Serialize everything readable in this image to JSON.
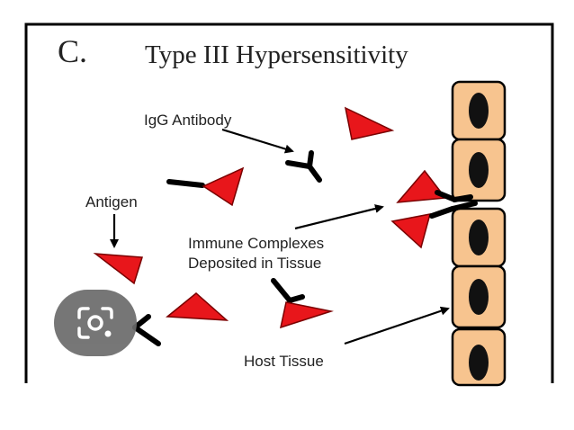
{
  "figure": {
    "panel_letter": "C.",
    "title": "Type III Hypersensitivity"
  },
  "labels": {
    "igg": "IgG Antibody",
    "antigen": "Antigen",
    "complexes_line1": "Immune Complexes",
    "complexes_line2": "Deposited in Tissue",
    "host": "Host Tissue"
  },
  "colors": {
    "antigen": "#e8161b",
    "cell_fill": "#f7c48f",
    "nucleus": "#111111",
    "lens_button": "#6b6b6b"
  },
  "overlay": {
    "icon": "lens-camera-icon"
  }
}
